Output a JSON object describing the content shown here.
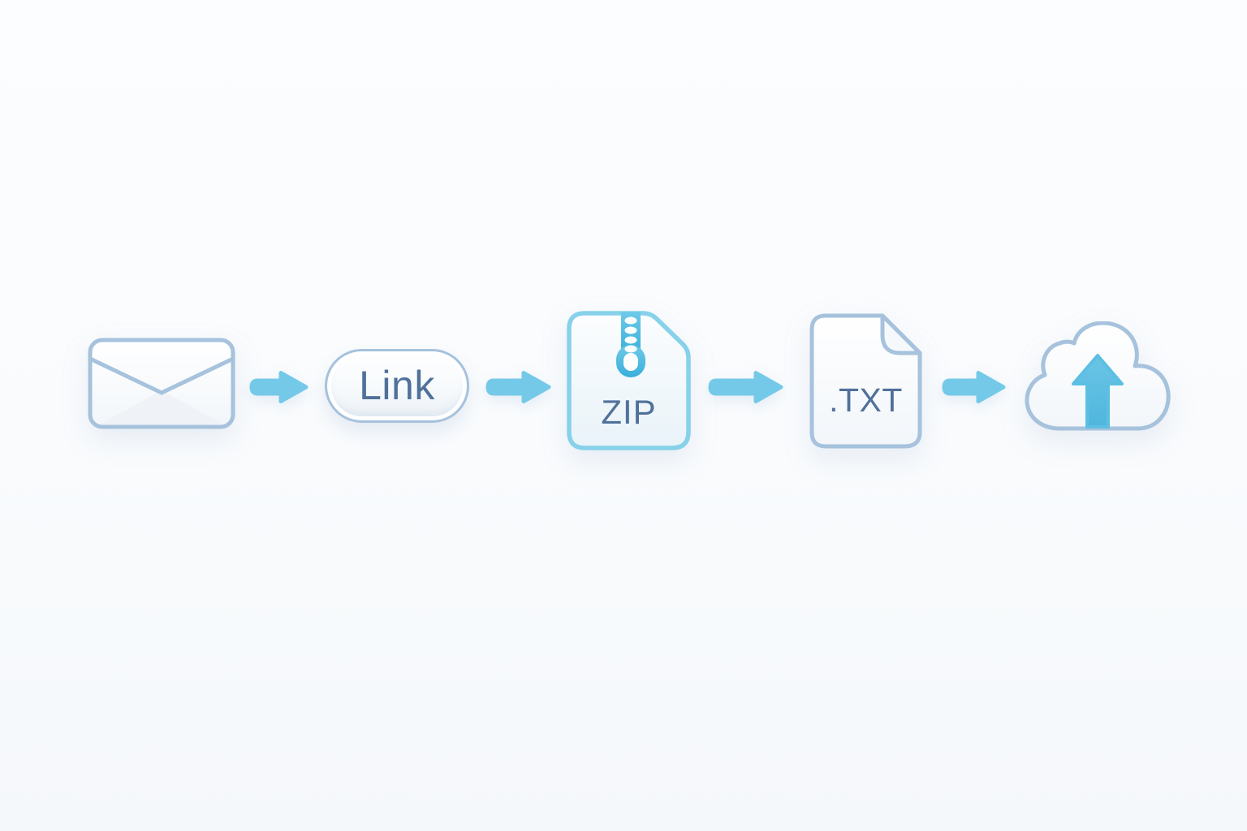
{
  "diagram": {
    "description": "email-to-cloud file workflow",
    "sequence": [
      "email",
      "link",
      "zip",
      "txt",
      "upload"
    ],
    "steps": {
      "email": {
        "icon": "email-envelope"
      },
      "link": {
        "label": "Link"
      },
      "zip": {
        "label": "ZIP",
        "icon": "zip-archive-file"
      },
      "txt": {
        "label": ".TXT",
        "icon": "text-document-file"
      },
      "upload": {
        "icon": "cloud-upload"
      }
    },
    "connector_icon": "right-arrow",
    "connector_count": 4
  },
  "colors": {
    "steel": "#a6c2dc",
    "cyan": "#87d1ea",
    "arrow": "#74c9e8",
    "zipper": "#49b8e0",
    "upload": "#5cbfe2",
    "slate": "#50719a",
    "paper": "#fdfeff",
    "tint": "#edf2f6",
    "bgtop": "#fcfdff",
    "bgbottom": "#f5f8fb"
  }
}
